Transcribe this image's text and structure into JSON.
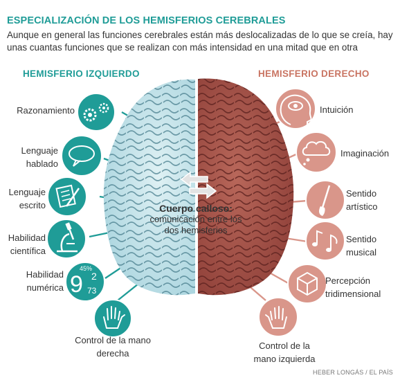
{
  "header": {
    "title": "ESPECIALIZACIÓN DE LOS HEMISFERIOS CEREBRALES",
    "subtitle": "Aunque en general las funciones cerebrales están más deslocalizadas de lo que se creía, hay unas cuantas funciones que se realizan con más intensidad en una mitad que en otra"
  },
  "left": {
    "heading": "HEMISFERIO IZQUIERDO",
    "items": [
      {
        "label": "Razonamiento",
        "icon": "gears-icon"
      },
      {
        "label": "Lenguaje hablado",
        "icon": "speech-bubble-icon"
      },
      {
        "label": "Lenguaje escrito",
        "icon": "document-pen-icon"
      },
      {
        "label": "Habilidad científica",
        "icon": "microscope-icon"
      },
      {
        "label": "Habilidad numérica",
        "icon": "numbers-icon"
      },
      {
        "label": "Control de la mano derecha",
        "icon": "right-hand-icon"
      }
    ]
  },
  "right": {
    "heading": "HEMISFERIO DERECHO",
    "items": [
      {
        "label": "Intuición",
        "icon": "head-eye-icon"
      },
      {
        "label": "Imaginación",
        "icon": "thought-cloud-icon"
      },
      {
        "label": "Sentido artístico",
        "icon": "paintbrush-icon"
      },
      {
        "label": "Sentido musical",
        "icon": "music-note-icon"
      },
      {
        "label": "Percepción tridimensional",
        "icon": "cube-icon"
      },
      {
        "label": "Control de la mano izquierda",
        "icon": "left-hand-icon"
      }
    ]
  },
  "center": {
    "title": "Cuerpo calloso:",
    "text": "comunicación entre los dos hemisferios"
  },
  "numbers_icon": {
    "big": "9",
    "small1": "2",
    "small2": "73",
    "top": "45%"
  },
  "credit": "HEBER LONGÁS / EL PAÍS",
  "colors": {
    "left": "#1f9c97",
    "left_light": "#bfe3ea",
    "right": "#c97462",
    "right_light": "#d9968a"
  }
}
